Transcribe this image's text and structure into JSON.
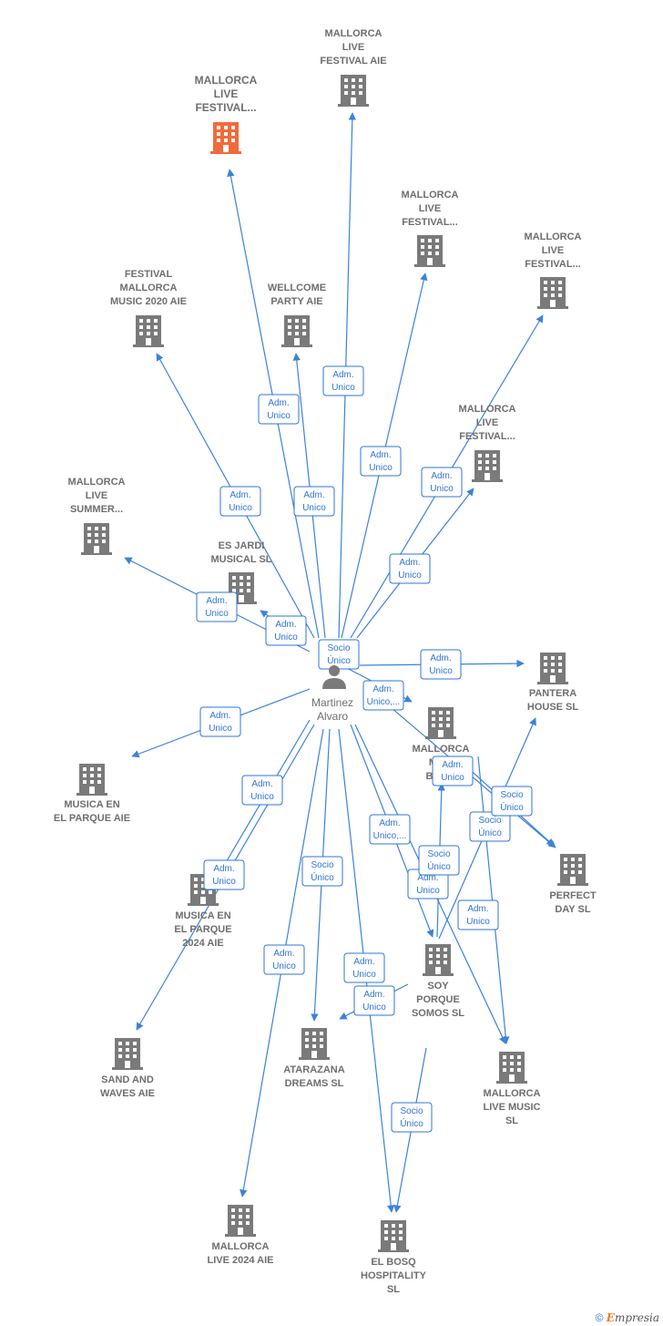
{
  "colors": {
    "edge": "#3b82db",
    "building": "#7a7a7a",
    "focus_building": "#f26a3a",
    "label_text": "#6e6e6e",
    "edge_label": "#2f74d6"
  },
  "person": {
    "name_lines": [
      "Martinez",
      "Alvaro"
    ],
    "icon": "person-icon"
  },
  "nodes": [
    {
      "id": "mlf_focus",
      "lines": [
        "MALLORCA",
        "LIVE",
        "FESTIVAL..."
      ],
      "focus": true,
      "icon": "building-icon"
    },
    {
      "id": "mlf_aie",
      "lines": [
        "MALLORCA",
        "LIVE",
        "FESTIVAL AIE"
      ],
      "icon": "building-icon"
    },
    {
      "id": "mlf_2",
      "lines": [
        "MALLORCA",
        "LIVE",
        "FESTIVAL..."
      ],
      "icon": "building-icon"
    },
    {
      "id": "mlf_3",
      "lines": [
        "MALLORCA",
        "LIVE",
        "FESTIVAL..."
      ],
      "icon": "building-icon"
    },
    {
      "id": "mlf_4",
      "lines": [
        "MALLORCA",
        "LIVE",
        "FESTIVAL..."
      ],
      "icon": "building-icon"
    },
    {
      "id": "fmm2020",
      "lines": [
        "FESTIVAL",
        "MALLORCA",
        "MUSIC 2020 AIE"
      ],
      "icon": "building-icon"
    },
    {
      "id": "wellcome",
      "lines": [
        "WELLCOME",
        "PARTY AIE"
      ],
      "icon": "building-icon"
    },
    {
      "id": "mls",
      "lines": [
        "MALLORCA",
        "LIVE",
        "SUMMER..."
      ],
      "icon": "building-icon"
    },
    {
      "id": "esjardi",
      "lines": [
        "ES JARDI",
        "MUSICAL  SL"
      ],
      "icon": "building-icon"
    },
    {
      "id": "pantera",
      "lines": [
        "PANTERA",
        "HOUSE  SL"
      ],
      "icon": "building-icon"
    },
    {
      "id": "mmbra",
      "lines": [
        "MALLORCA",
        "MU...",
        "BRA..."
      ],
      "icon": "building-icon"
    },
    {
      "id": "musicaparque",
      "lines": [
        "MUSICA EN",
        "EL PARQUE AIE"
      ],
      "icon": "building-icon"
    },
    {
      "id": "perfectday",
      "lines": [
        "PERFECT",
        "DAY  SL"
      ],
      "icon": "building-icon"
    },
    {
      "id": "musicaparque2024",
      "lines": [
        "MUSICA EN",
        "EL PARQUE",
        "2024 AIE"
      ],
      "icon": "building-icon"
    },
    {
      "id": "soyporque",
      "lines": [
        "SOY",
        "PORQUE",
        "SOMOS  SL"
      ],
      "icon": "building-icon"
    },
    {
      "id": "sandwaves",
      "lines": [
        "SAND AND",
        "WAVES AIE"
      ],
      "icon": "building-icon"
    },
    {
      "id": "atarazana",
      "lines": [
        "ATARAZANA",
        "DREAMS  SL"
      ],
      "icon": "building-icon"
    },
    {
      "id": "mlmusic",
      "lines": [
        "MALLORCA",
        "LIVE MUSIC",
        "SL"
      ],
      "icon": "building-icon"
    },
    {
      "id": "ml2024",
      "lines": [
        "MALLORCA",
        "LIVE 2024 AIE"
      ],
      "icon": "building-icon"
    },
    {
      "id": "elbosq",
      "lines": [
        "EL BOSQ",
        "HOSPITALITY",
        "SL"
      ],
      "icon": "building-icon"
    }
  ],
  "edge_labels": [
    {
      "id": "e1",
      "lines": [
        "Adm.",
        "Unico"
      ]
    },
    {
      "id": "e2",
      "lines": [
        "Adm.",
        "Unico"
      ]
    },
    {
      "id": "e3",
      "lines": [
        "Adm.",
        "Unico"
      ]
    },
    {
      "id": "e4",
      "lines": [
        "Adm.",
        "Unico"
      ]
    },
    {
      "id": "e5",
      "lines": [
        "Adm.",
        "Unico"
      ]
    },
    {
      "id": "e6",
      "lines": [
        "Adm.",
        "Unico"
      ]
    },
    {
      "id": "e7",
      "lines": [
        "Adm.",
        "Unico"
      ]
    },
    {
      "id": "e8",
      "lines": [
        "Adm.",
        "Unico"
      ]
    },
    {
      "id": "e9",
      "lines": [
        "Adm.",
        "Unico"
      ]
    },
    {
      "id": "e10",
      "lines": [
        "Adm.",
        "Unico"
      ]
    },
    {
      "id": "e11",
      "lines": [
        "Socio",
        "Único"
      ]
    },
    {
      "id": "e12",
      "lines": [
        "Adm.",
        "Unico"
      ]
    },
    {
      "id": "e13",
      "lines": [
        "Adm.",
        "Unico,..."
      ]
    },
    {
      "id": "e14",
      "lines": [
        "Adm.",
        "Unico"
      ]
    },
    {
      "id": "e15",
      "lines": [
        "Adm.",
        "Unico"
      ]
    },
    {
      "id": "e16",
      "lines": [
        "Socio",
        "Único"
      ]
    },
    {
      "id": "e17",
      "lines": [
        "Adm.",
        "Unico"
      ]
    },
    {
      "id": "e18",
      "lines": [
        "Socio",
        "Único"
      ]
    },
    {
      "id": "e19",
      "lines": [
        "Adm.",
        "Unico,..."
      ]
    },
    {
      "id": "e20",
      "lines": [
        "Adm.",
        "Unico"
      ]
    },
    {
      "id": "e21",
      "lines": [
        "Socio",
        "Único"
      ]
    },
    {
      "id": "e22",
      "lines": [
        "Adm.",
        "Unico"
      ]
    },
    {
      "id": "e23",
      "lines": [
        "Adm.",
        "Unico"
      ]
    },
    {
      "id": "e24",
      "lines": [
        "Socio",
        "Único"
      ]
    },
    {
      "id": "e25",
      "lines": [
        "Adm.",
        "Unico"
      ]
    },
    {
      "id": "e26",
      "lines": [
        "Adm.",
        "Unico"
      ]
    },
    {
      "id": "e27",
      "lines": [
        "Socio",
        "Único"
      ]
    },
    {
      "id": "e28",
      "lines": [
        "Socio",
        "Único"
      ]
    }
  ],
  "footer": {
    "copyright": "©",
    "brand_first": "E",
    "brand_rest": "mpresia"
  }
}
